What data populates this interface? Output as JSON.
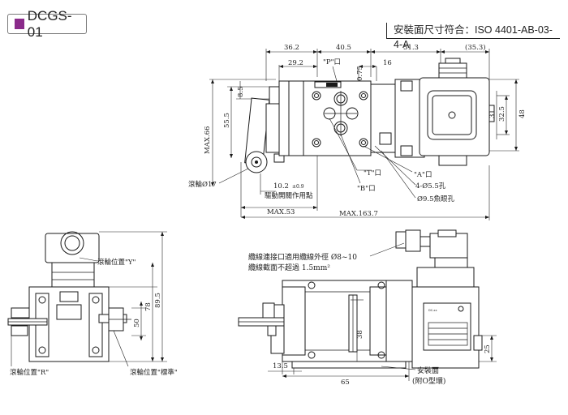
{
  "header": {
    "model": "DCGS-01",
    "model_color": "#8a2a8a",
    "iso_note": "安裝面尺寸符合：ISO 4401-AB-03-4-A"
  },
  "top_view": {
    "dims_top": [
      "36.2",
      "40.5",
      "51.3",
      "(35.3)",
      "29.2",
      "16"
    ],
    "port_p": "\"P\"口",
    "dim_075": "0.75",
    "dim_85": "8.5",
    "dim_553": "55.5",
    "dim_66": "MAX.66",
    "dim_31": "31",
    "dim_325": "32.5",
    "dim_48": "48",
    "port_t": "\"T\"口",
    "port_a": "\"A\"口",
    "port_b": "\"B\"口",
    "roller_dia": "滾輪Ø17",
    "holes": "4-Ø5.5孔",
    "counterbore": "Ø9.5魚眼孔",
    "dim_102": "10.2",
    "dim_102_tol": "±0.9",
    "actuation_point": "驅動開關作用點",
    "dim_max53": "MAX.53",
    "dim_max1637": "MAX.163.7"
  },
  "side_view": {
    "roller_y": "滾輪位置\"Y\"",
    "dim_895": "89.5",
    "dim_78": "78",
    "dim_50": "50",
    "roller_r": "滾輪位置\"R\"",
    "roller_std": "滾輪位置\"標準\""
  },
  "front_view": {
    "cable_note_1": "纜線連接口適用纜線外徑 Ø8~10",
    "cable_note_2": "纜線截面不超過 1.5mm²",
    "dim_38": "38",
    "dim_25": "25",
    "dim_135": "13.5",
    "dim_65": "65",
    "mount_face": "安裝面",
    "oring": "(附O型環)"
  }
}
